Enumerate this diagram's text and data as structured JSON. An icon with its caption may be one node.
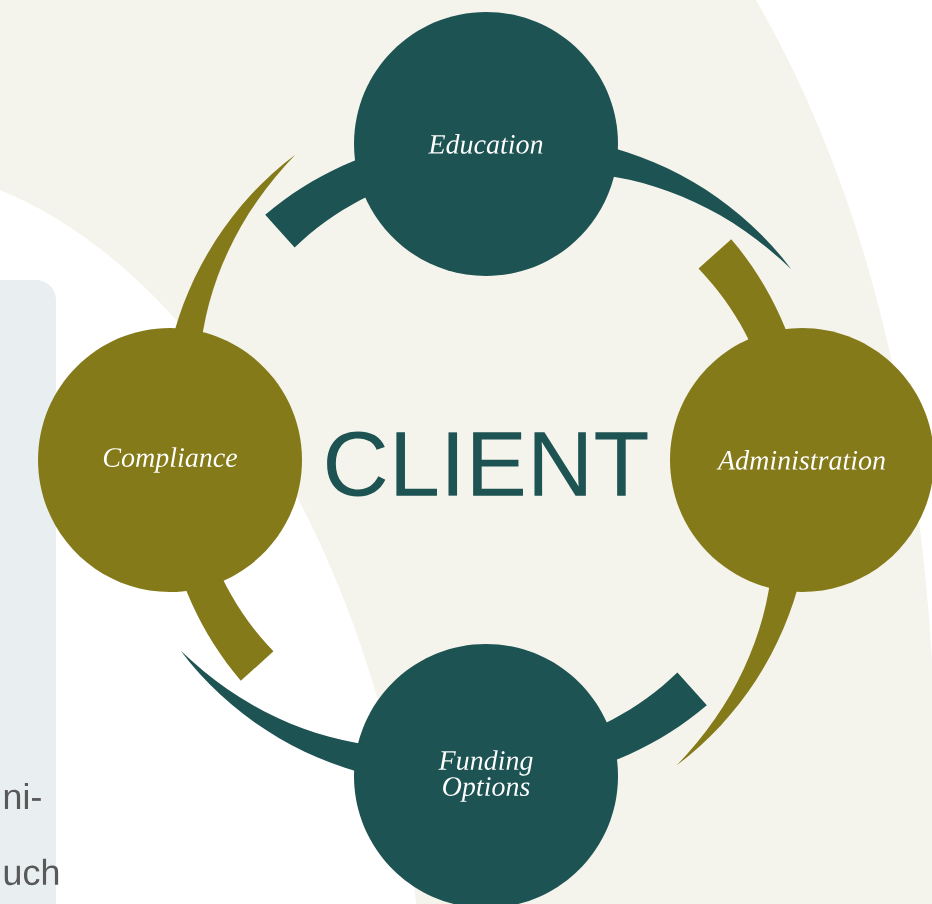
{
  "diagram": {
    "nodes": [
      {
        "text": [
          "Education"
        ]
      },
      {
        "text": [
          "Administration"
        ]
      },
      {
        "text": [
          "Funding Options"
        ]
      },
      {
        "text": [
          "Compliance"
        ]
      }
    ],
    "edges": [
      {
        "from": 0,
        "to": 1,
        "arrow": "none",
        "color": "#1d5352"
      },
      {
        "from": 1,
        "to": 2,
        "arrow": "none",
        "color": "#857a19"
      },
      {
        "from": 2,
        "to": 3,
        "arrow": "none",
        "color": "#1d5352"
      },
      {
        "from": 3,
        "to": 0,
        "arrow": "none",
        "color": "#857a19"
      }
    ],
    "labels": [
      "CLIENT",
      "ni-",
      "uch"
    ]
  }
}
